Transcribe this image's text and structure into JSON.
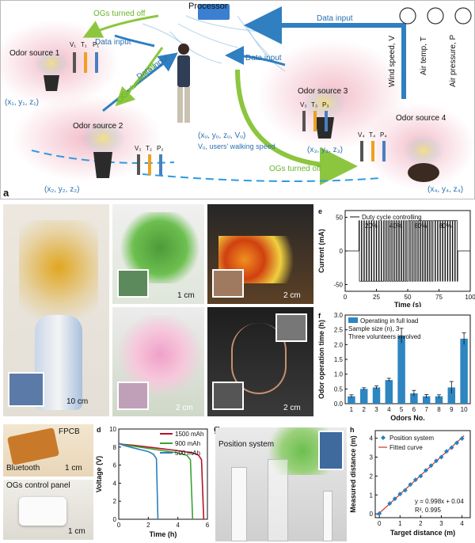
{
  "panel_letters": {
    "a": "a",
    "b": "b",
    "c": "c",
    "d": "d",
    "e": "e",
    "f": "f",
    "g": "g",
    "h": "h"
  },
  "panel_a": {
    "processor": "Processor",
    "odor_sources": [
      "Odor source 1",
      "Odor source 2",
      "Odor source 3",
      "Odor source 4"
    ],
    "coords": [
      "(x₁, y₁, z₁)",
      "(x₂, y₂, z₂)",
      "(x₃, y₃, z₃)",
      "(x₄, y₄, z₄)"
    ],
    "user_coords": "(xᵤ, yᵤ, zᵤ, Vᵤ)",
    "user_speed": "Vᵤ, users' walking speed",
    "data_input": "Data input",
    "ogs_off": "OGs turned off",
    "params_1": [
      "V₁",
      "T₁",
      "P₁"
    ],
    "params_2": [
      "V₂",
      "T₂",
      "P₂"
    ],
    "params_3": [
      "V₃",
      "T₃",
      "P₃"
    ],
    "params_4": [
      "V₄",
      "T₄",
      "P₄"
    ],
    "wind": "Wind speed, V",
    "temp": "Air temp, T",
    "pressure": "Air pressure, P",
    "colors": {
      "blue_arrow": "#2f7fc1",
      "green_arrow": "#8cc63f",
      "glow": "#f4c6c6"
    }
  },
  "panel_b": {
    "scale_bars": [
      "10 cm",
      "1 cm",
      "2 cm",
      "2 cm",
      "2 cm"
    ]
  },
  "panel_c": {
    "labels": {
      "fpcb": "FPCB",
      "bluetooth": "Bluetooth",
      "panel": "OGs control panel"
    },
    "scale_bars": [
      "1 cm",
      "1 cm"
    ]
  },
  "panel_g": {
    "label": "Position system"
  },
  "charts": {
    "d": {
      "type": "line",
      "xlabel": "Time (h)",
      "ylabel": "Voltage (V)",
      "xlim": [
        0,
        6
      ],
      "ylim": [
        0,
        10
      ],
      "xticks": [
        "0",
        "2",
        "4",
        "6"
      ],
      "yticks": [
        "0",
        "2",
        "4",
        "6",
        "8",
        "10"
      ],
      "series": [
        {
          "name": "1500 mAh",
          "color": "#b5132a",
          "x": [
            0,
            0.3,
            1,
            2,
            3,
            4,
            5,
            5.4,
            5.6,
            5.75
          ],
          "y": [
            8.4,
            8.3,
            8.2,
            8.0,
            7.8,
            7.6,
            7.35,
            7.1,
            6.6,
            0
          ]
        },
        {
          "name": "900 mAh",
          "color": "#3aa234",
          "x": [
            0,
            0.3,
            1,
            2,
            3,
            4,
            4.6,
            4.85,
            5.0
          ],
          "y": [
            8.4,
            8.25,
            8.1,
            7.85,
            7.6,
            7.35,
            7.1,
            6.6,
            0
          ]
        },
        {
          "name": "500 mAh",
          "color": "#2a7fc1",
          "x": [
            0,
            0.3,
            1,
            1.5,
            2,
            2.35,
            2.55,
            2.65
          ],
          "y": [
            8.4,
            8.2,
            7.9,
            7.7,
            7.5,
            7.2,
            6.7,
            0
          ]
        }
      ]
    },
    "e": {
      "type": "line",
      "xlabel": "Time (s)",
      "ylabel": "Current (mA)",
      "xlim": [
        0,
        100
      ],
      "ylim": [
        -60,
        60
      ],
      "xticks": [
        "0",
        "25",
        "50",
        "75",
        "100"
      ],
      "yticks": [
        "-50",
        "0",
        "50"
      ],
      "legend": "Duty cycle controlling",
      "annotations": [
        "20%",
        "40%",
        "60%",
        "80%"
      ],
      "pulse_start": 11,
      "pulse_end": 90,
      "pulse_count": 40,
      "high": 45,
      "low": -45
    },
    "f": {
      "type": "bar",
      "xlabel": "Odors No.",
      "ylabel": "Odor operation time (h)",
      "ylim": [
        0,
        3
      ],
      "yticks": [
        "0.0",
        "0.5",
        "1.0",
        "1.5",
        "2.0",
        "2.5",
        "3.0"
      ],
      "categories": [
        "1",
        "2",
        "3",
        "4",
        "5",
        "6",
        "7",
        "8",
        "9",
        "10"
      ],
      "values": [
        0.25,
        0.5,
        0.55,
        0.8,
        2.3,
        0.35,
        0.25,
        0.25,
        0.55,
        2.2
      ],
      "errors": [
        0.05,
        0.04,
        0.05,
        0.06,
        0.25,
        0.1,
        0.06,
        0.05,
        0.2,
        0.2
      ],
      "color": "#2e86c1",
      "legend": [
        "Operating in full load",
        "Sample size (n), 3",
        "Three volunteers involved"
      ]
    },
    "h": {
      "type": "scatter",
      "xlabel": "Target distance (m)",
      "ylabel": "Measured distance (m)",
      "xlim": [
        -0.2,
        4.4
      ],
      "ylim": [
        -0.2,
        4.4
      ],
      "xticks": [
        "0",
        "1",
        "2",
        "3",
        "4"
      ],
      "yticks": [
        "0",
        "1",
        "2",
        "3",
        "4"
      ],
      "points_x": [
        0,
        0.5,
        0.75,
        1,
        1.25,
        1.5,
        1.75,
        2,
        2.25,
        2.5,
        2.75,
        3,
        3.25,
        3.5,
        3.75,
        4
      ],
      "points_y": [
        0.02,
        0.55,
        0.8,
        1.05,
        1.25,
        1.55,
        1.8,
        2.0,
        2.3,
        2.55,
        2.8,
        3.0,
        3.3,
        3.5,
        3.75,
        3.98
      ],
      "fit": {
        "slope": 0.998,
        "intercept": 0.04
      },
      "legend": [
        "Position system",
        "Fitted curve"
      ],
      "equation": "y = 0.998x + 0.04",
      "r2": "R², 0.995",
      "point_color": "#2a7fc1",
      "line_color": "#c0392b"
    }
  }
}
